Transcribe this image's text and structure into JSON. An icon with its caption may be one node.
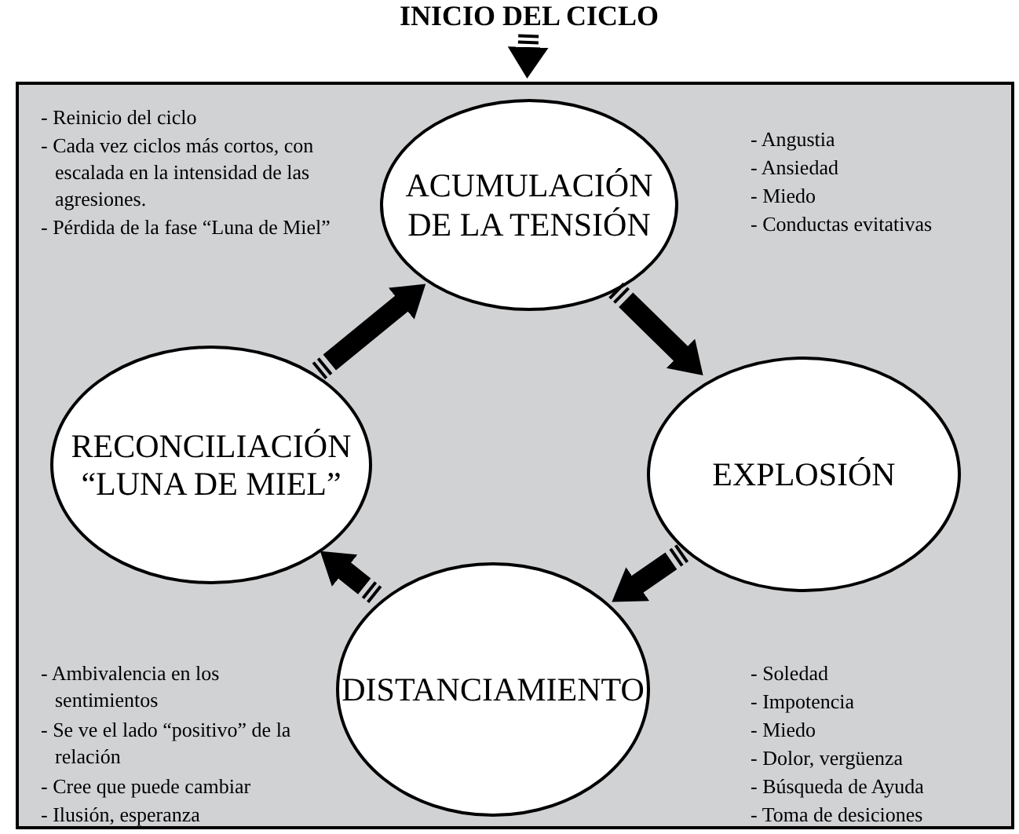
{
  "diagram": {
    "nodes": [
      {
        "text": [
          "INICIO DEL CICLO"
        ]
      },
      {
        "text": [],
        "shape": "box"
      },
      {
        "text": [
          "ACUMULACIÓN DE LA TENSIÓN"
        ],
        "in": 1
      },
      {
        "text": [
          "RECONCILIACIÓN “LUNA DE MIEL”"
        ],
        "in": 1
      },
      {
        "text": [
          "EXPLOSIÓN"
        ],
        "in": 1
      },
      {
        "text": [
          "DISTANCIAMIENTO"
        ],
        "in": 1
      }
    ],
    "edges": [
      {
        "from": 0,
        "to": 1,
        "arrow": "to"
      },
      {
        "from": 2,
        "to": 4,
        "arrow": "to"
      },
      {
        "from": 4,
        "to": 5,
        "arrow": "to"
      },
      {
        "from": 5,
        "to": 3,
        "arrow": "to"
      },
      {
        "from": 3,
        "to": 2,
        "arrow": "to"
      }
    ],
    "labels": [
      "- Reinicio del ciclo",
      "- Cada vez ciclos más cortos, con escalada en la intensidad de las agresiones.",
      "- Pérdida de la fase “Luna de Miel”",
      "- Angustia",
      "- Ansiedad",
      "- Miedo",
      "- Conductas evitativas",
      "- Ambivalencia en los sentimientos",
      "- Se ve el lado “positivo” de la relación",
      "- Cree que puede cambiar",
      "- Ilusión, esperanza",
      "- Soledad",
      "- Impotencia",
      "- Miedo",
      "- Dolor, vergüenza",
      "- Búsqueda de Ayuda",
      "- Toma de desiciones"
    ]
  }
}
